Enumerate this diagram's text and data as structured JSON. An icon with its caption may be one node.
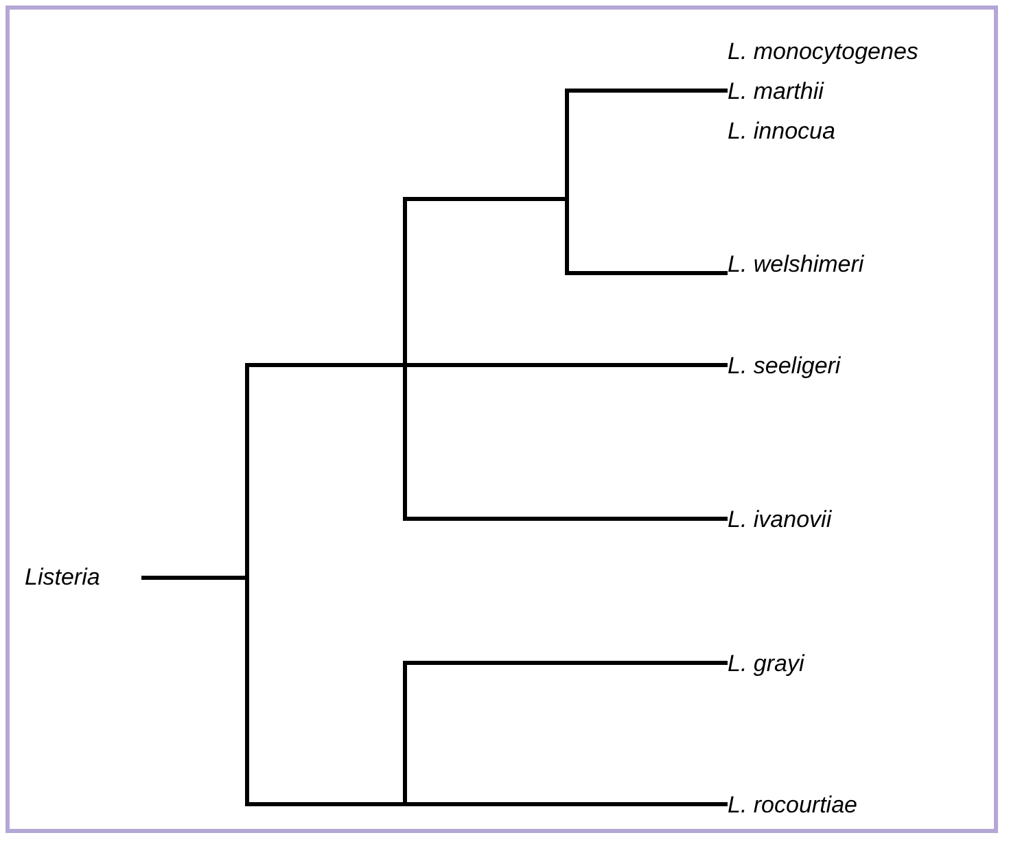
{
  "diagram": {
    "nodes": [
      {
        "text": [
          "Listeria"
        ]
      },
      {
        "text": [
          "L. monocytogenes",
          "L. marthii",
          "L. innocua"
        ]
      },
      {
        "text": [
          "L. welshimeri"
        ]
      },
      {
        "text": [
          "L. seeligeri"
        ]
      },
      {
        "text": [
          "L. ivanovii"
        ]
      },
      {
        "text": [
          "L. grayi"
        ]
      },
      {
        "text": [
          "L. rocourtiae"
        ]
      }
    ],
    "edges": [
      {
        "from": 0,
        "to": 1,
        "arrow": "none"
      },
      {
        "from": 0,
        "to": 2,
        "arrow": "none"
      },
      {
        "from": 0,
        "to": 3,
        "arrow": "none"
      },
      {
        "from": 0,
        "to": 4,
        "arrow": "none"
      },
      {
        "from": 0,
        "to": 5,
        "arrow": "none"
      },
      {
        "from": 0,
        "to": 6,
        "arrow": "none"
      }
    ]
  }
}
